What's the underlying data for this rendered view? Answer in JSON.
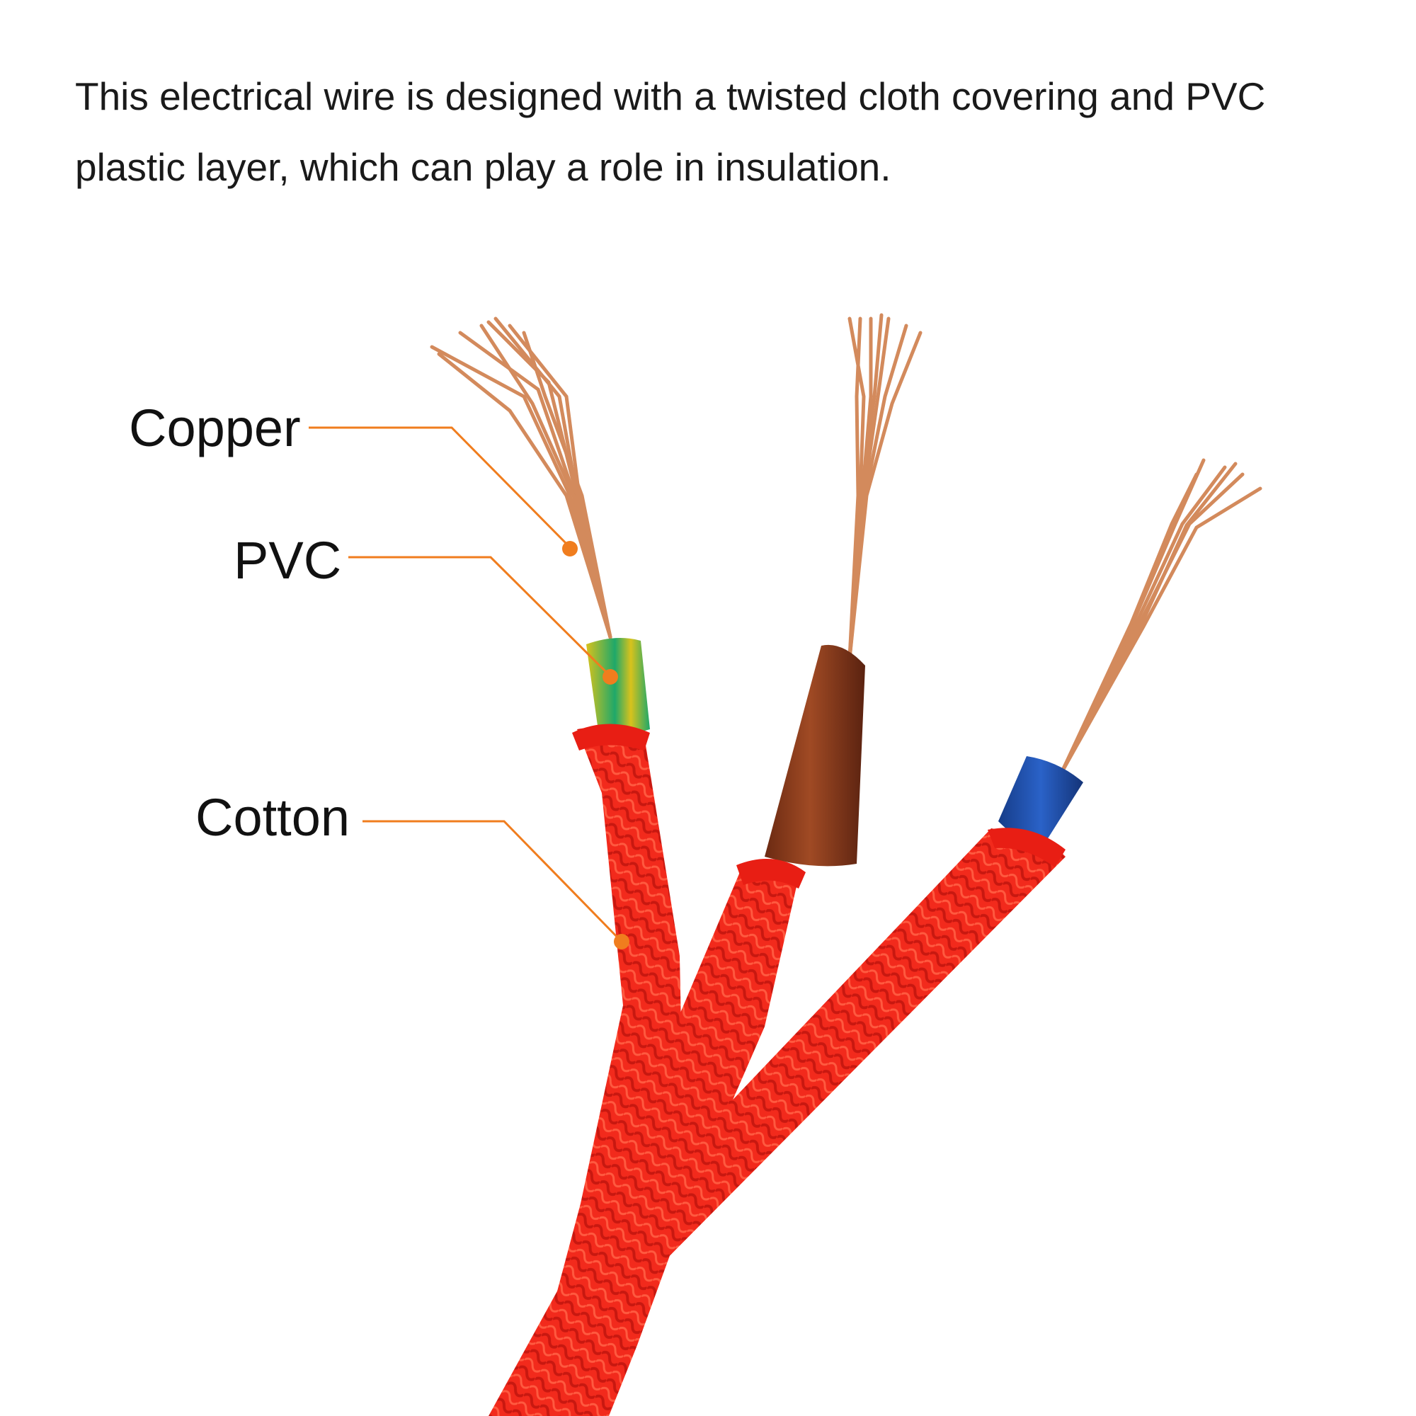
{
  "description": "This electrical wire is designed with a twisted cloth covering and PVC plastic layer, which can play a role in insulation.",
  "callouts": {
    "copper": "Copper",
    "pvc": "PVC",
    "cotton": "Cotton"
  },
  "colors": {
    "callout_line": "#f07d1e",
    "cotton_red": "#f02a1c",
    "copper": "#d38a5c",
    "pvc_green": "#1ea86a",
    "pvc_yellow": "#d8c21c",
    "pvc_brown": "#8a3a1c",
    "pvc_blue": "#1f4fa8"
  }
}
